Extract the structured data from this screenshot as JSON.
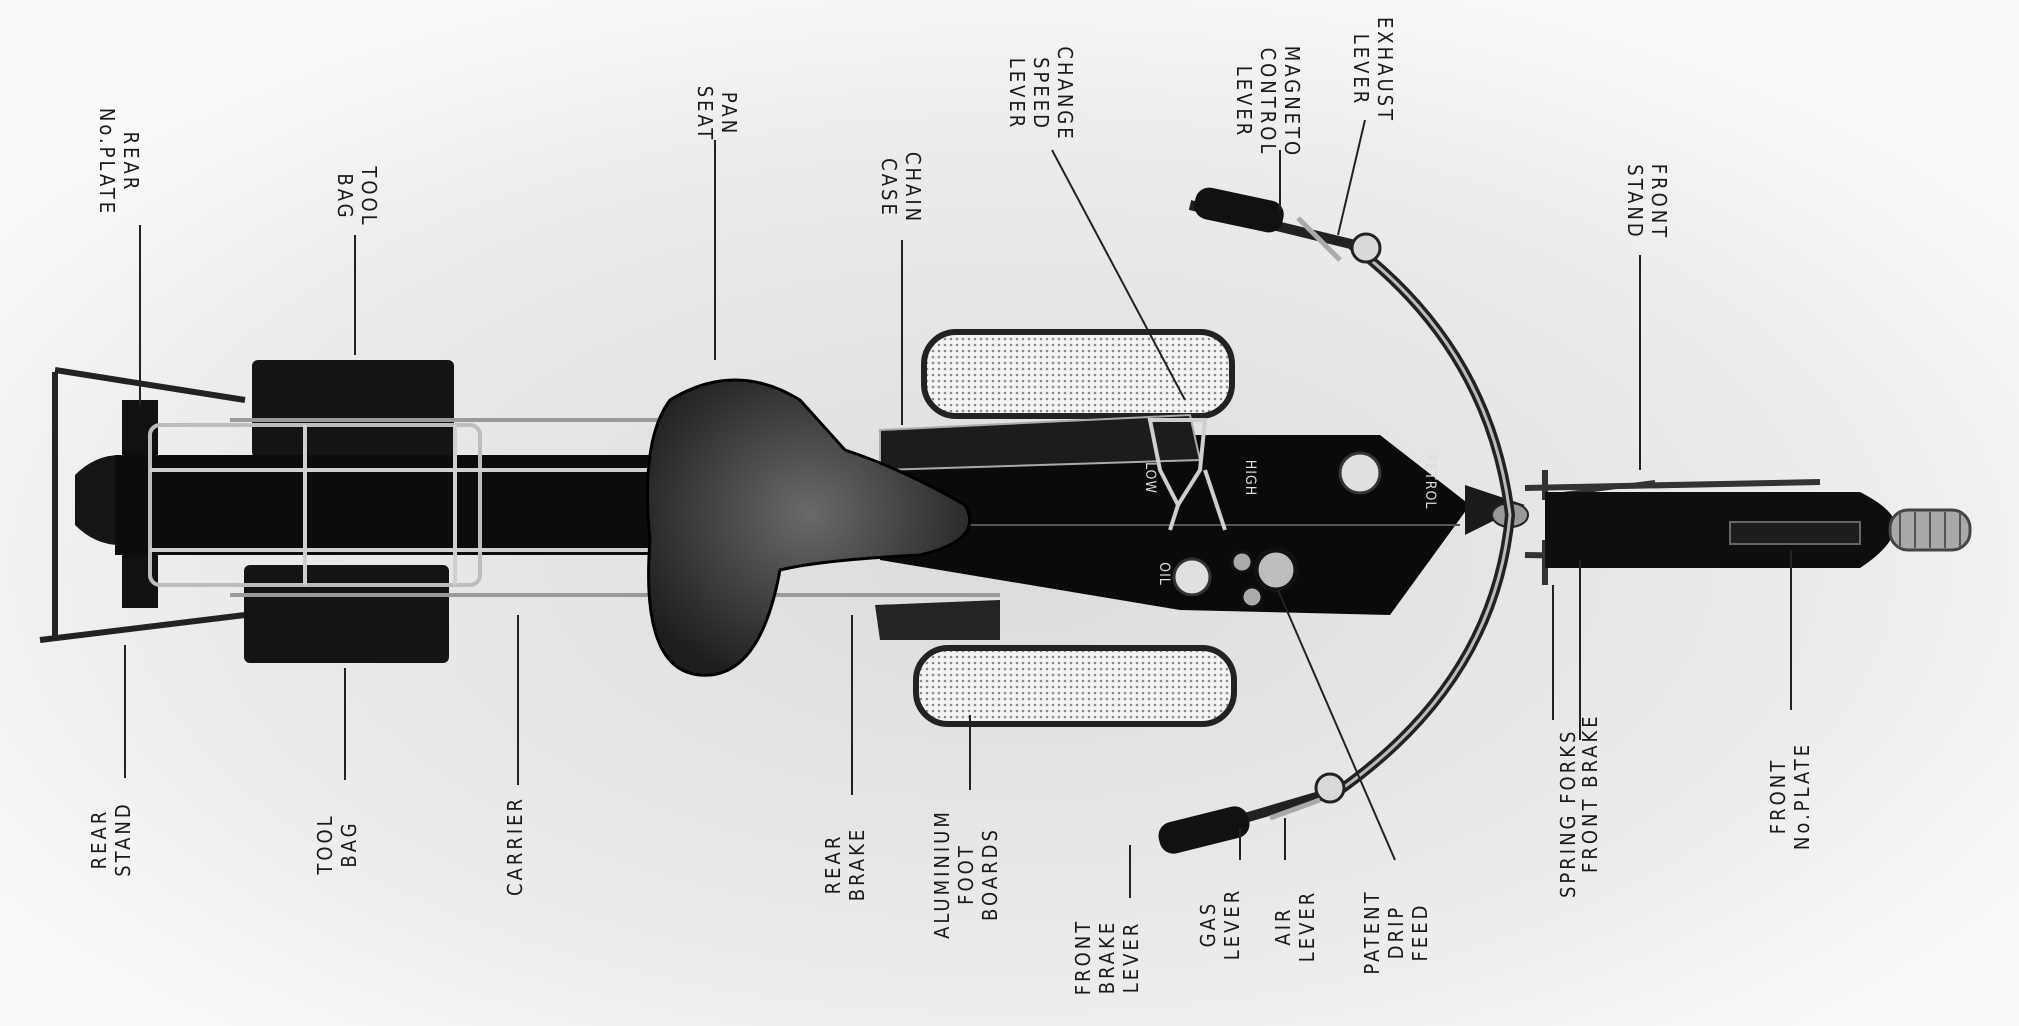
{
  "labels": {
    "rear_no_plate": "REAR\nNo.PLATE",
    "tool_bag_top": "TOOL\nBAG",
    "pan_seat": "PAN\nSEAT",
    "chain_case": "CHAIN\nCASE",
    "change_speed_lever": "CHANGE\nSPEED\nLEVER",
    "magneto_control_lever": "MAGNETO\nCONTROL\nLEVER",
    "exhaust_lever": "EXHAUST\nLEVER",
    "front_stand": "FRONT\nSTAND",
    "rear_stand": "REAR\nSTAND",
    "tool_bag_bottom": "TOOL\nBAG",
    "carrier": "CARRIER",
    "rear_brake": "REAR\nBRAKE",
    "aluminium_foot_boards": "ALUMINIUM\nFOOT\nBOARDS",
    "front_brake_lever": "FRONT\nBRAKE\nLEVER",
    "gas_lever": "GAS\nLEVER",
    "air_lever": "AIR\nLEVER",
    "patent_drip_feed": "PATENT\nDRIP\nFEED",
    "spring_forks": "SPRING FORKS",
    "front_brake": "FRONT BRAKE",
    "front_no_plate": "FRONT\nNo.PLATE"
  },
  "tank_text": {
    "low": "LOW",
    "high": "HIGH",
    "petrol": "PETROL",
    "oil": "OIL"
  }
}
